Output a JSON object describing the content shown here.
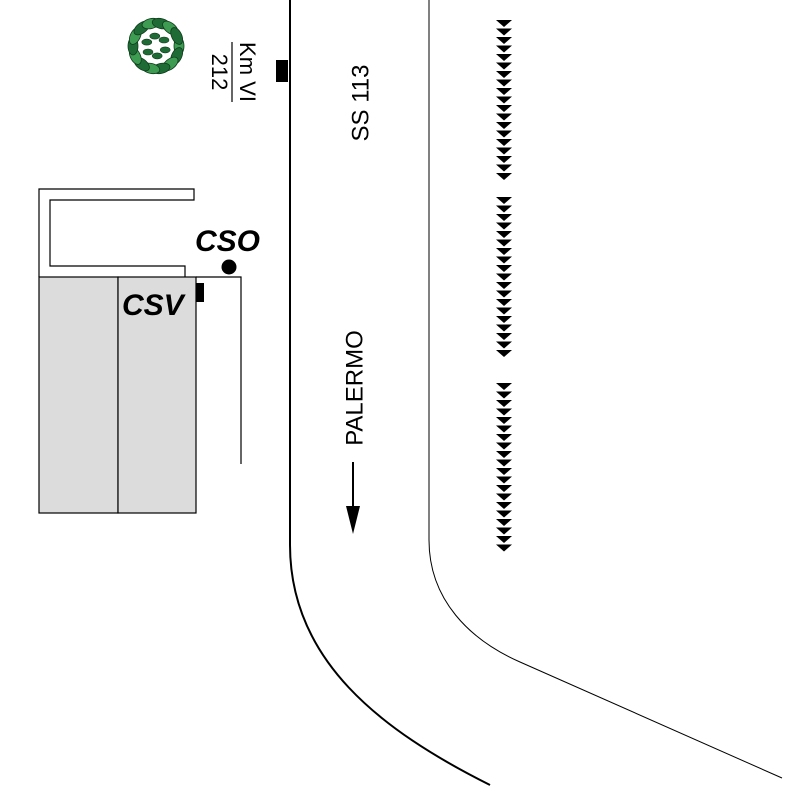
{
  "road": {
    "name": "SS 113",
    "direction_label": "PALERMO"
  },
  "km_marker": {
    "unit_line": "Km VI",
    "number_line": "212"
  },
  "points": {
    "cso": "CSO",
    "csv": "CSV"
  },
  "colors": {
    "building_fill": "#dcdcdc",
    "tree_dark": "#1e6b35",
    "tree_light": "#3e9b52"
  },
  "icons": {
    "tree": "tree-icon",
    "arrow": "arrow-down-icon",
    "km_post": "km-post-icon"
  }
}
